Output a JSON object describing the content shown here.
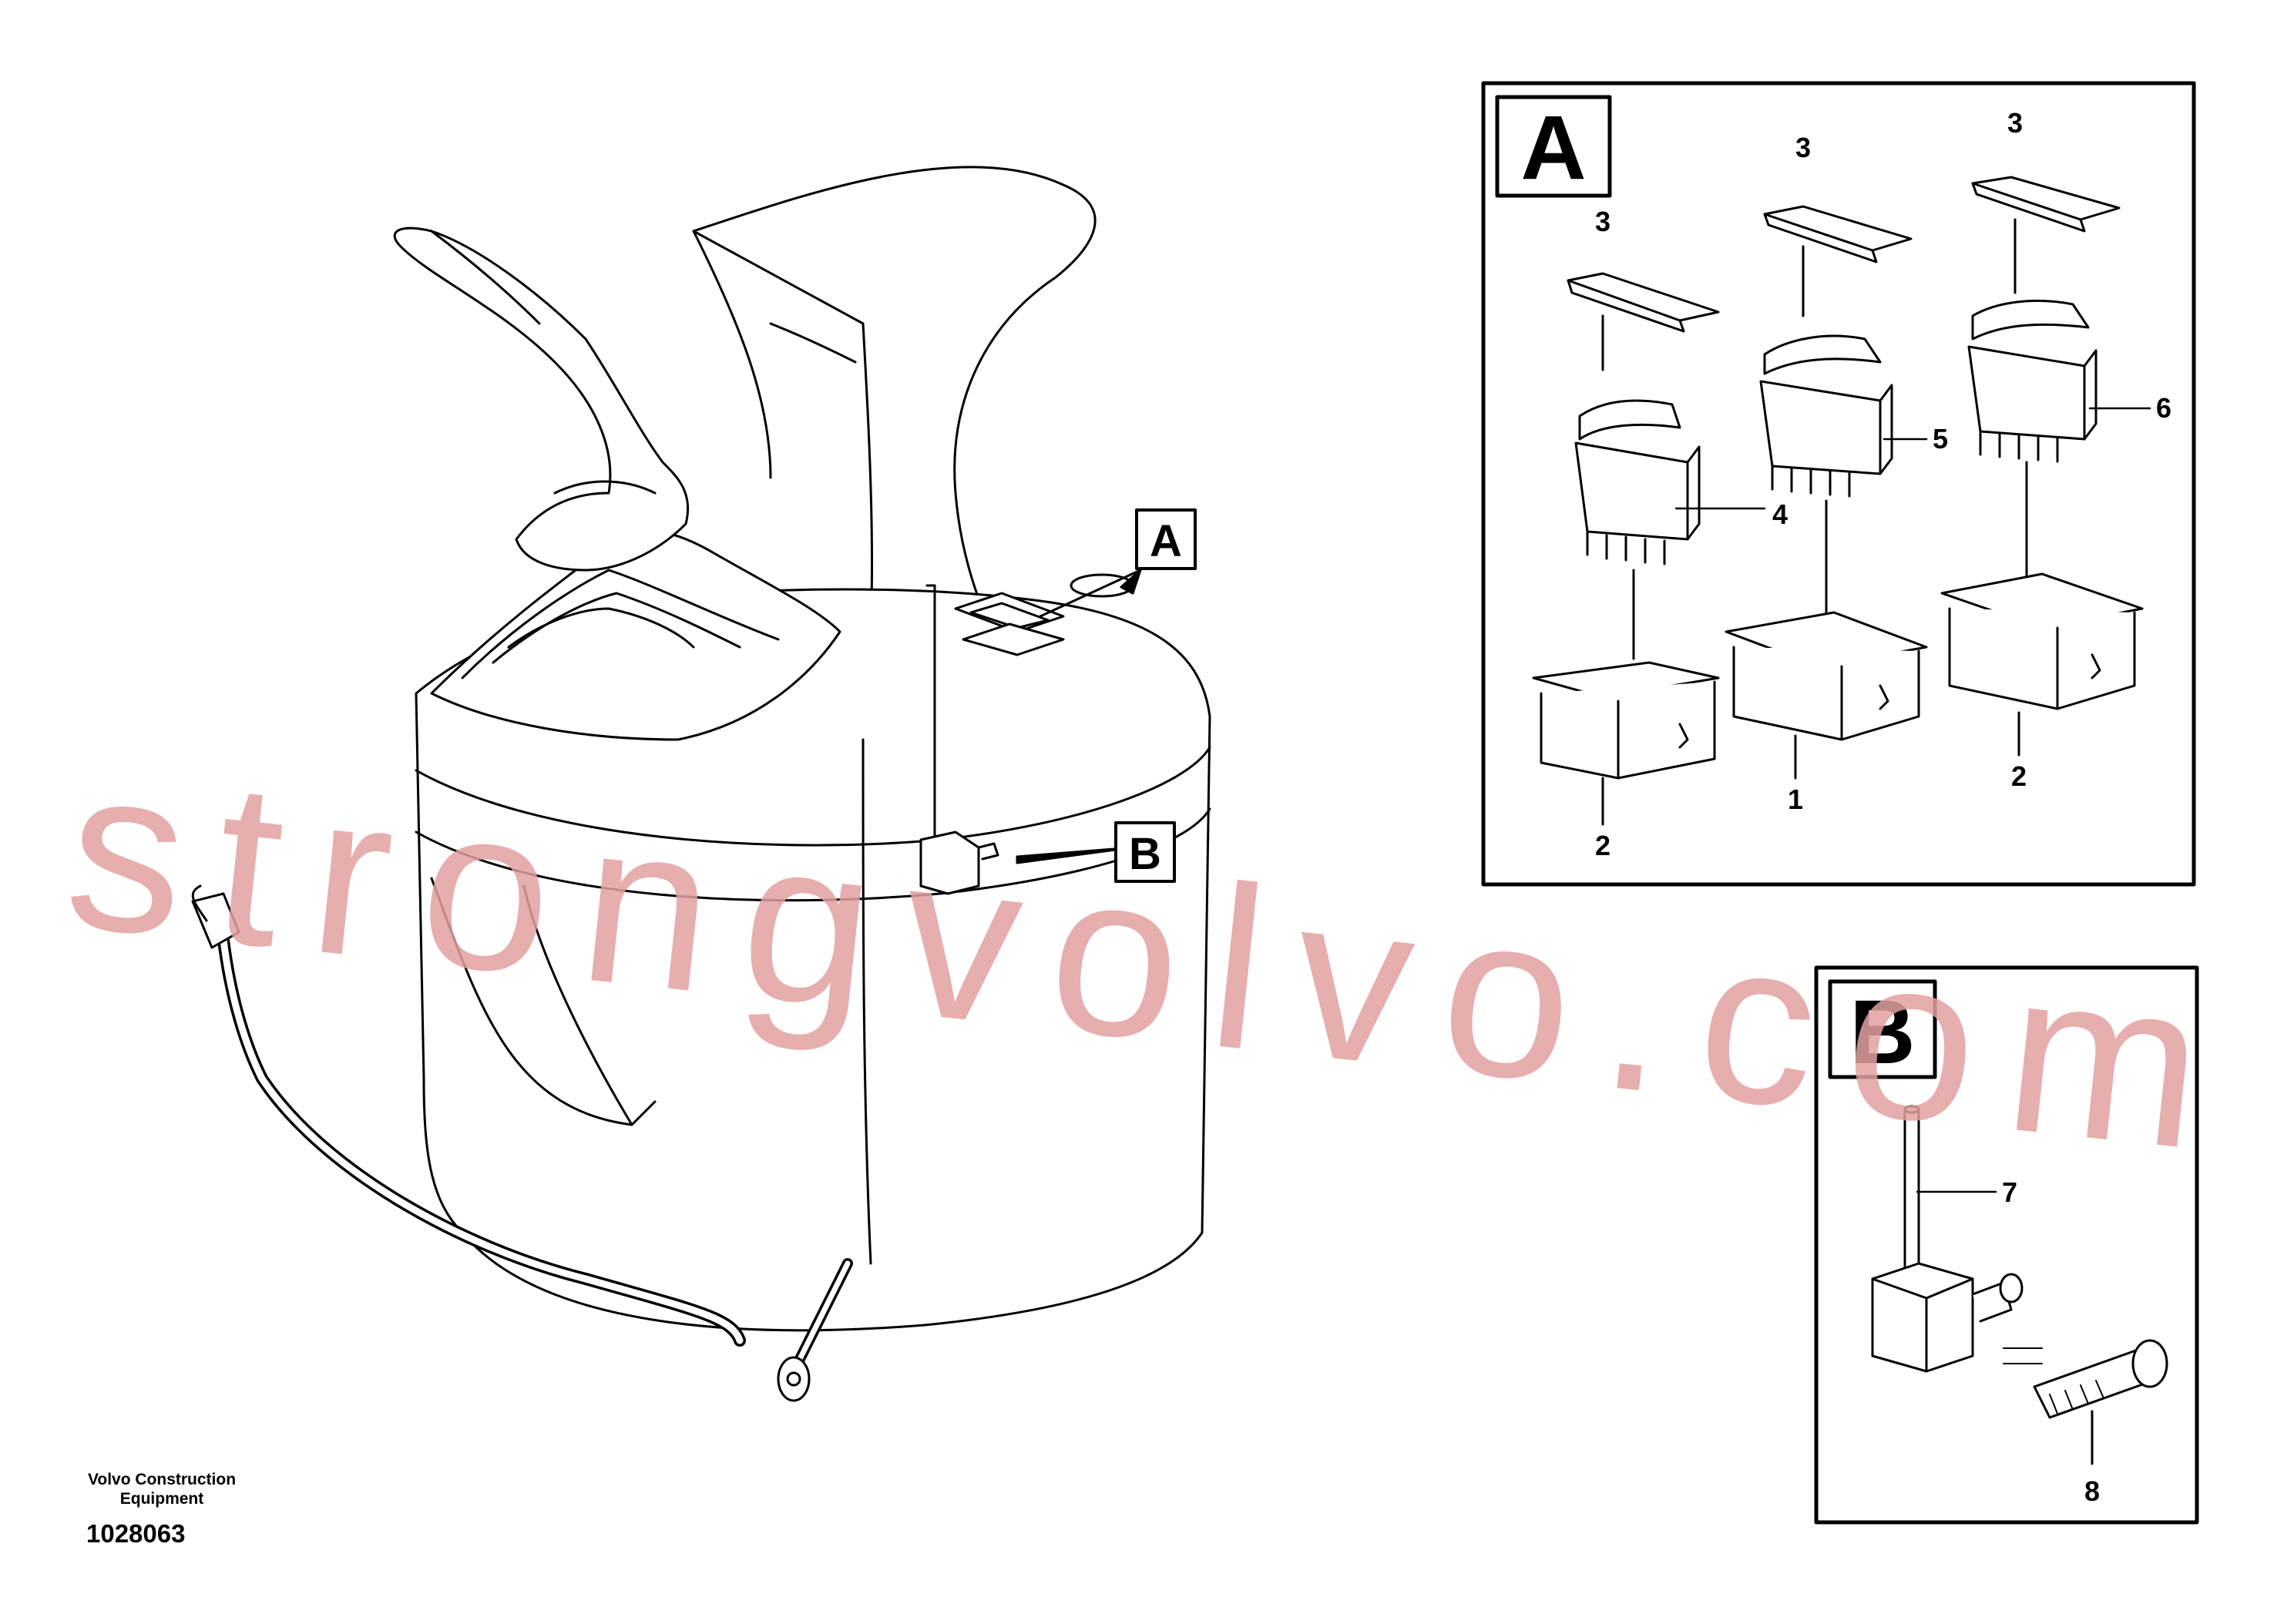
{
  "callouts": {
    "overview_a": "A",
    "overview_b": "B"
  },
  "panel_a": {
    "label": "A",
    "items": {
      "p1": "1",
      "p2a": "2",
      "p2b": "2",
      "p3a": "3",
      "p3b": "3",
      "p3c": "3",
      "p4": "4",
      "p5": "5",
      "p6": "6"
    }
  },
  "panel_b": {
    "label": "B",
    "items": {
      "p7": "7",
      "p8": "8"
    }
  },
  "footer": {
    "brand_line1": "Volvo Construction",
    "brand_line2": "Equipment",
    "drawing_number": "1028063"
  },
  "watermark": "strongvolvo.com",
  "colors": {
    "line": "#000000",
    "watermark": "#e2a0a0"
  }
}
